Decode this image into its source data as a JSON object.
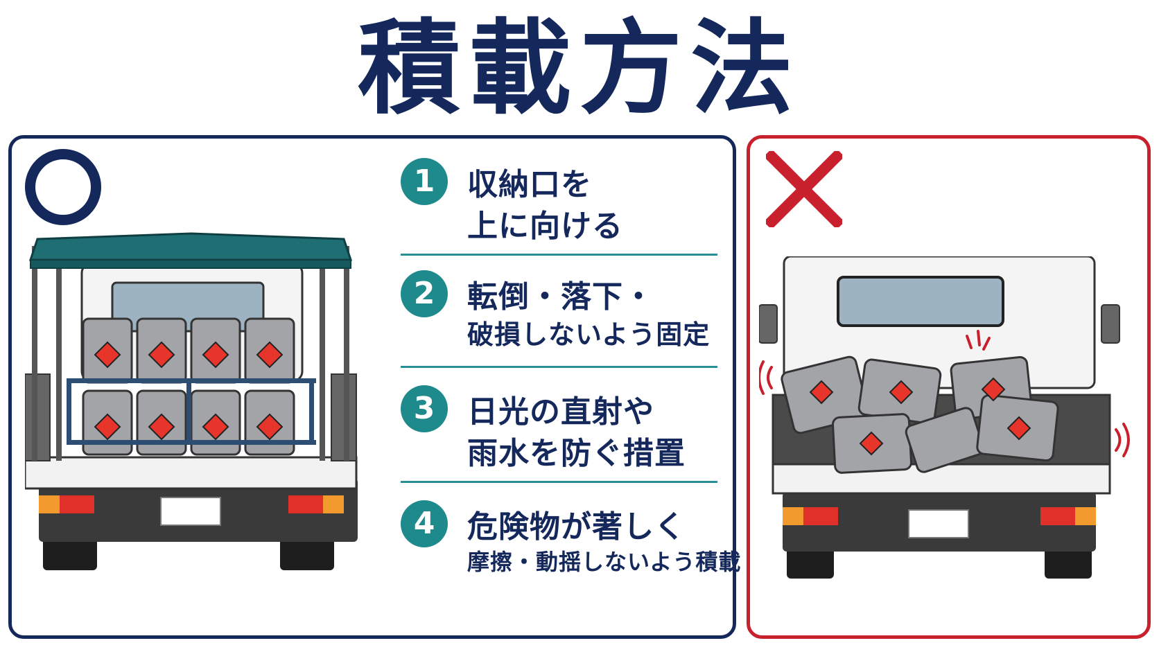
{
  "title": "積載方法",
  "good": {
    "mark": "circle-mark",
    "color": "#14285c",
    "rules": [
      {
        "number": "1",
        "lines": [
          "収納口を",
          "上に向ける"
        ]
      },
      {
        "number": "2",
        "lines": [
          "転倒・落下・",
          "破損しないよう固定"
        ]
      },
      {
        "number": "3",
        "lines": [
          "日光の直射や",
          "雨水を防ぐ措置"
        ]
      },
      {
        "number": "4",
        "lines": [
          "危険物が著しく",
          "摩擦・動揺しないよう積載"
        ]
      }
    ]
  },
  "bad": {
    "mark": "x-mark",
    "color": "#c8202d"
  },
  "accent_color": "#1f8a8c",
  "hazard_color": "#e8352b",
  "canopy_color": "#1f6e73"
}
